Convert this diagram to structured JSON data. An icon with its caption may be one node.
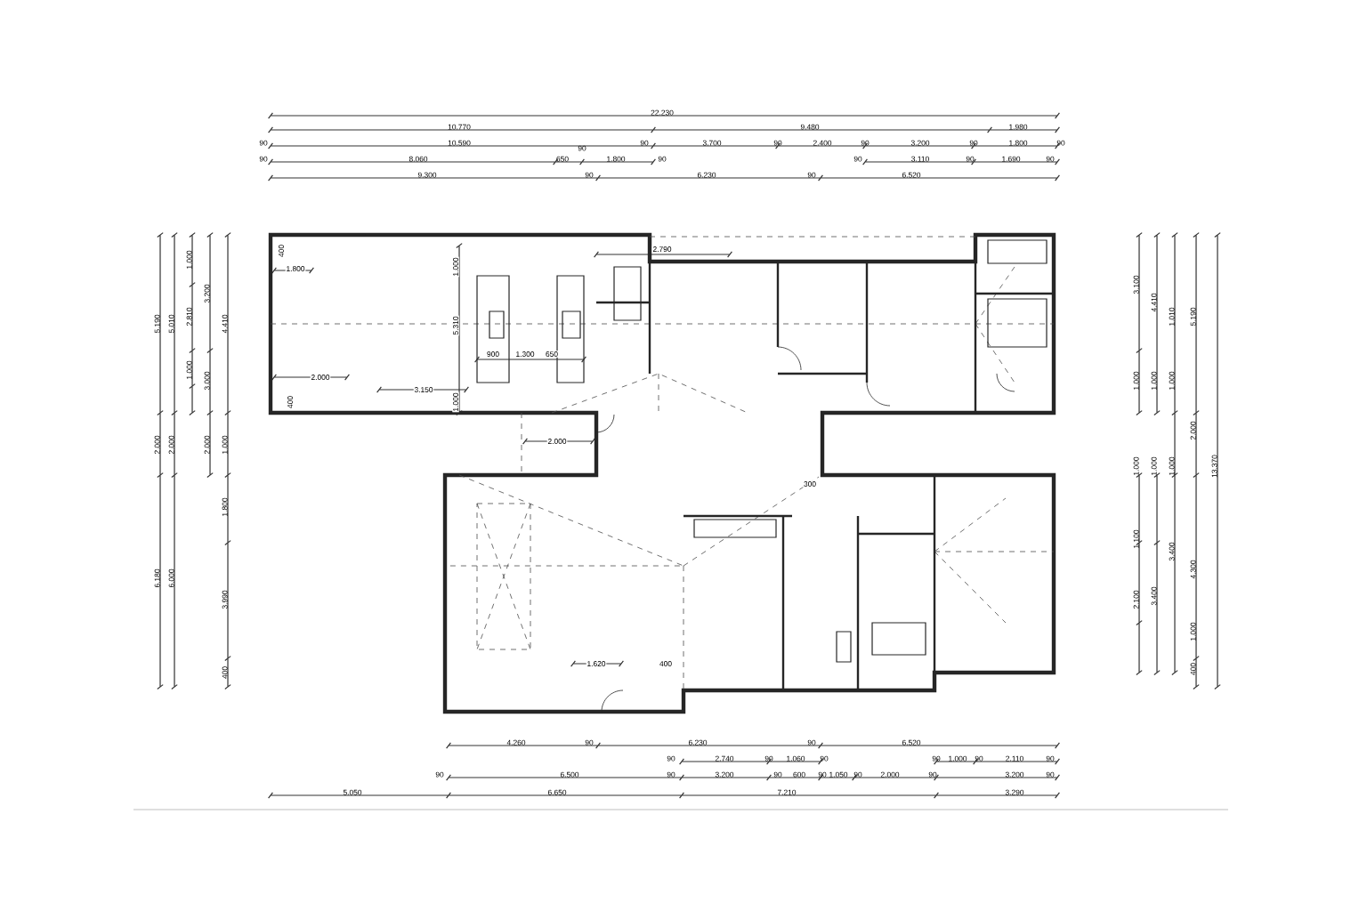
{
  "diagram": {
    "labels": [
      "22.230",
      "10.770",
      "9.480",
      "1.980",
      "90",
      "10.590",
      "90",
      "3.700",
      "90",
      "2.400",
      "90",
      "3.200",
      "90",
      "1.800",
      "90",
      "90",
      "8.060",
      "90",
      "650",
      "1.800",
      "90",
      "90",
      "3.110",
      "90",
      "1.690",
      "90",
      "9.300",
      "90",
      "6.230",
      "90",
      "6.520",
      "5.190",
      "2.000",
      "6.180",
      "5.010",
      "2.000",
      "6.000",
      "1.000",
      "2.810",
      "1.000",
      "3.200",
      "3.000",
      "2.000",
      "4.410",
      "1.000",
      "1.800",
      "3.990",
      "400",
      "400",
      "1.800",
      "2.790",
      "1.000",
      "5.310",
      "900",
      "1.300",
      "650",
      "2.000",
      "3.150",
      "400",
      "1.000",
      "2.000",
      "300",
      "1.620",
      "400",
      "3.100",
      "1.000",
      "1.000",
      "1.100",
      "2.100",
      "4.410",
      "1.000",
      "1.000",
      "3.400",
      "1.010",
      "1.000",
      "1.000",
      "3.400",
      "5.190",
      "2.000",
      "4.300",
      "1.000",
      "400",
      "13.370",
      "4.260",
      "90",
      "6.230",
      "90",
      "6.520",
      "90",
      "2.740",
      "90",
      "1.060",
      "90",
      "90",
      "1.000",
      "90",
      "2.110",
      "90",
      "90",
      "6.500",
      "90",
      "3.200",
      "90",
      "600",
      "90",
      "1.050",
      "90",
      "2.000",
      "90",
      "3.200",
      "90",
      "5.050",
      "6.650",
      "7.210",
      "3.290"
    ]
  }
}
